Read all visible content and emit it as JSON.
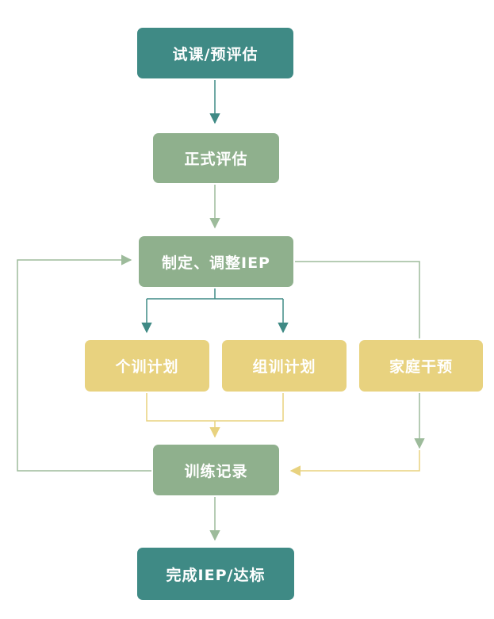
{
  "diagram": {
    "nodes": {
      "trial": {
        "label": "试课/预评估",
        "color": "#3f8a85"
      },
      "formal": {
        "label": "正式评估",
        "color": "#8fb08d"
      },
      "iep": {
        "label": "制定、调整IEP",
        "color": "#8fb08d"
      },
      "individual": {
        "label": "个训计划",
        "color": "#e8d27f"
      },
      "group": {
        "label": "组训计划",
        "color": "#e8d27f"
      },
      "family": {
        "label": "家庭干预",
        "color": "#e8d27f"
      },
      "record": {
        "label": "训练记录",
        "color": "#8fb08d"
      },
      "complete": {
        "label": "完成IEP/达标",
        "color": "#3f8a85"
      }
    },
    "edges": [
      {
        "from": "trial",
        "to": "formal"
      },
      {
        "from": "formal",
        "to": "iep"
      },
      {
        "from": "iep",
        "to": "individual"
      },
      {
        "from": "iep",
        "to": "group"
      },
      {
        "from": "iep",
        "to": "family"
      },
      {
        "from": "individual",
        "to": "record"
      },
      {
        "from": "group",
        "to": "record"
      },
      {
        "from": "family",
        "to": "record"
      },
      {
        "from": "record",
        "to": "iep"
      },
      {
        "from": "record",
        "to": "complete"
      }
    ],
    "line_colors": {
      "teal": "#3f8a85",
      "sage": "#9dbb9b",
      "gold": "#e8d27f"
    }
  }
}
